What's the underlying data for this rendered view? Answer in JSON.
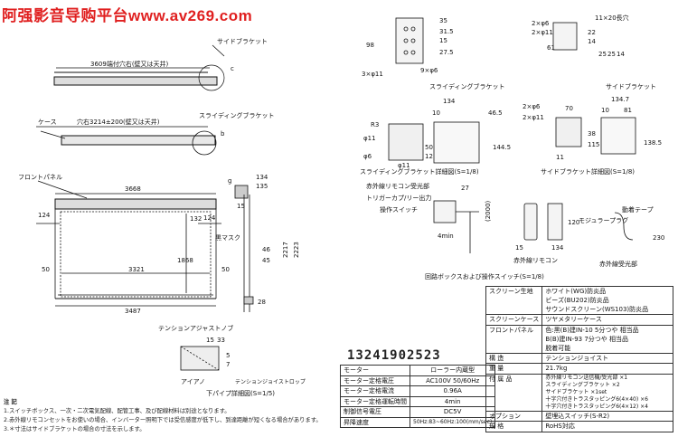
{
  "watermark": "阿强影音导购平台www.av269.com",
  "phone": "13241902523",
  "dims": {
    "top_length": "3609端付穴右(壁又は天井)",
    "ceiling_bracket": "サイドブラケット",
    "middle_case": "ケース",
    "middle_length": "穴右3214±200(壁又は天井)",
    "sliding_bracket": "スライディングブラケット",
    "front_panel": "フロントパネル",
    "d3668": "3668",
    "d124a": "124",
    "d124b": "124",
    "d132": "132",
    "d1868": "1868",
    "black_mask": "黒マスク",
    "d50a": "50",
    "d3321": "3321",
    "d50b": "50",
    "d3487": "3487",
    "d134": "134",
    "d135": "135",
    "d15": "15",
    "d46": "46",
    "d45": "45",
    "d2217": "2217",
    "d2223": "2223",
    "d28": "28",
    "tension_adjust": "テンションアジャストノブ",
    "d1568": "15",
    "d33": "33",
    "d5": "5",
    "d7": "7",
    "tension_label": "テンションジョイストロップ",
    "lower_pipe": "下パイプ詳細図(S=1/5)",
    "a_a": "アイアノ",
    "c": "c",
    "b": "b",
    "g": "g"
  },
  "bracket1": {
    "d98": "98",
    "d35": "35",
    "d31_5": "31.5",
    "d15": "15",
    "d27_5": "27.5",
    "hole3": "3×φ11",
    "hole9": "9×φ6",
    "d2x6": "2×φ6",
    "d2x11": "2×φ11",
    "d11x20": "11×20長穴",
    "d22": "22",
    "d14": "14",
    "d61": "61",
    "d25": "25",
    "d25b": "25",
    "d14b": "14"
  },
  "sliding": {
    "title": "スライディングブラケット詳細図(S=1/8)",
    "d134": "134",
    "d10": "10",
    "d46_5": "46.5",
    "r3": "R3",
    "phi11": "φ11",
    "phi6": "φ6",
    "d50": "50",
    "d12": "12",
    "d144_5": "144.5",
    "phi11b": "φ11",
    "label_top": "スライディングブラケット"
  },
  "side": {
    "title": "サイドブラケット詳細図(S=1/8)",
    "d2x6": "2×φ6",
    "d2x11": "2×φ11",
    "d70": "70",
    "d134_7": "134.7",
    "d10": "10",
    "d81": "81",
    "d38": "38",
    "d115": "115",
    "d138_5": "138.5",
    "d11": "11",
    "label_top": "サイドブラケット"
  },
  "switch": {
    "title": "回路ボックスおよび操作スイッチ(S=1/8)",
    "ir_receiver": "赤外線リモコン受光部",
    "trigger": "トリガーカプ/リー出力",
    "op_switch": "操作スイッチ",
    "d27": "27",
    "d2000": "(2000)",
    "d4min": "4min",
    "remote": "赤外線リモコン",
    "d15": "15",
    "d134": "134",
    "ir_receiver2": "赤外線受光部",
    "mount_tape": "動着テープ",
    "modular": "モジュラープラグ",
    "d120": "120",
    "d230": "230"
  },
  "notes": {
    "heading": "注 記",
    "lines": [
      "1.スイッチボックス、一次・二次電気配線、配管工事、及び配線材料は別途となります。",
      "2.赤外線リモコンセットをお使いの場合、インバーター照明下では受信感度が低下し、到達距離が短くなる場合があります。",
      "3.＊寸法はサイドブラケットの場合の寸法を示します。"
    ]
  },
  "spec": {
    "rows": [
      [
        "モーター",
        "ローラー内蔵型"
      ],
      [
        "モーター定格電圧",
        "AC100V 50/60Hz"
      ],
      [
        "モーター定格電流",
        "0.96A"
      ],
      [
        "モーター定格運転時間",
        "4min"
      ],
      [
        "制御信号電圧",
        "DC5V"
      ],
      [
        "昇降速度",
        "50Hz:83~60Hz:100(mm/sec)"
      ]
    ]
  },
  "screen": {
    "rows": [
      [
        "スクリーン生地",
        "ホワイト(WG)防炎品\nビーズ(BU202)防炎品\nサウンドスクリーン(WS103)防炎品"
      ],
      [
        "スクリーンケース",
        "ツヤメタリーケース"
      ],
      [
        "フロントパネル",
        "色:黒(B)建IN-10 5分つや 相当品\nB(B)建IN-93 7分つや 相当品\n脱着可能"
      ],
      [
        "構 造",
        "テンションジョイスト"
      ],
      [
        "重 量",
        "21.7kg"
      ],
      [
        "付 属 品",
        "赤外線リモコン送信機/受光部 ×1\nスライディングブラケット ×2\nサイドブラケット ×1set\n十字穴付きトラスタッピング6(4×40) ×6\n十字穴付きトラスタッピング6(4×12) ×4"
      ],
      [
        "オプション",
        "壁埋込スイッチ(S-R2)"
      ],
      [
        "規 格",
        "RoHS対応"
      ]
    ]
  }
}
